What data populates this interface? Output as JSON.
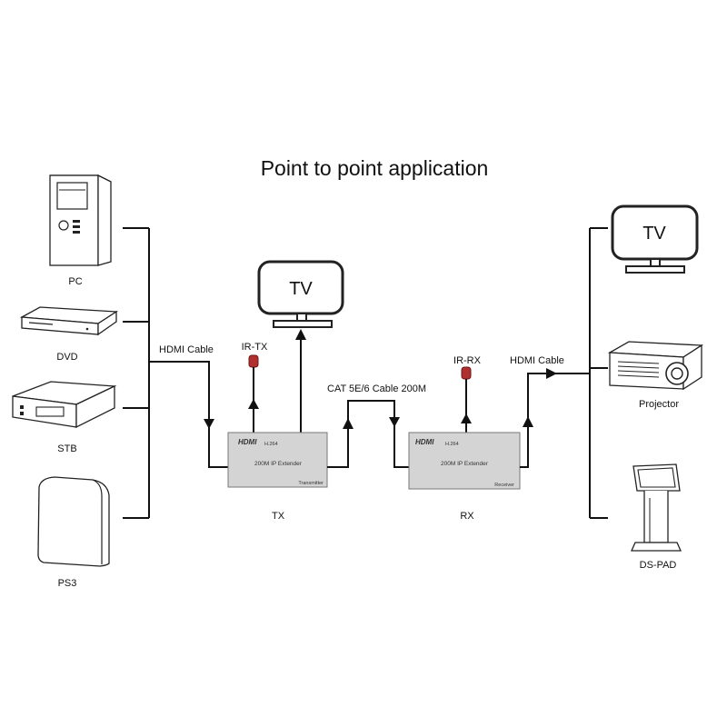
{
  "title": "Point to point application",
  "sources": {
    "pc": "PC",
    "dvd": "DVD",
    "stb": "STB",
    "ps3": "PS3"
  },
  "cables": {
    "hdmi_in": "HDMI Cable",
    "cat": "CAT 5E/6 Cable 200M",
    "hdmi_out": "HDMI Cable"
  },
  "ir": {
    "tx": "IR-TX",
    "rx": "IR-RX"
  },
  "tv_screen_text": "TV",
  "transmitter": {
    "logo": "HDMI",
    "codec": "H.264",
    "name": "200M IP Extender",
    "role": "Transmitter",
    "caption": "TX"
  },
  "receiver": {
    "logo": "HDMI",
    "codec": "H.264",
    "name": "200M IP Extender",
    "role": "Receiver",
    "caption": "RX"
  },
  "outputs": {
    "tv": "TV",
    "projector": "Projector",
    "ds_pad": "DS-PAD"
  },
  "colors": {
    "line": "#111111",
    "extender_box": "#d4d4d4",
    "ir_sensor": "#b03030"
  }
}
